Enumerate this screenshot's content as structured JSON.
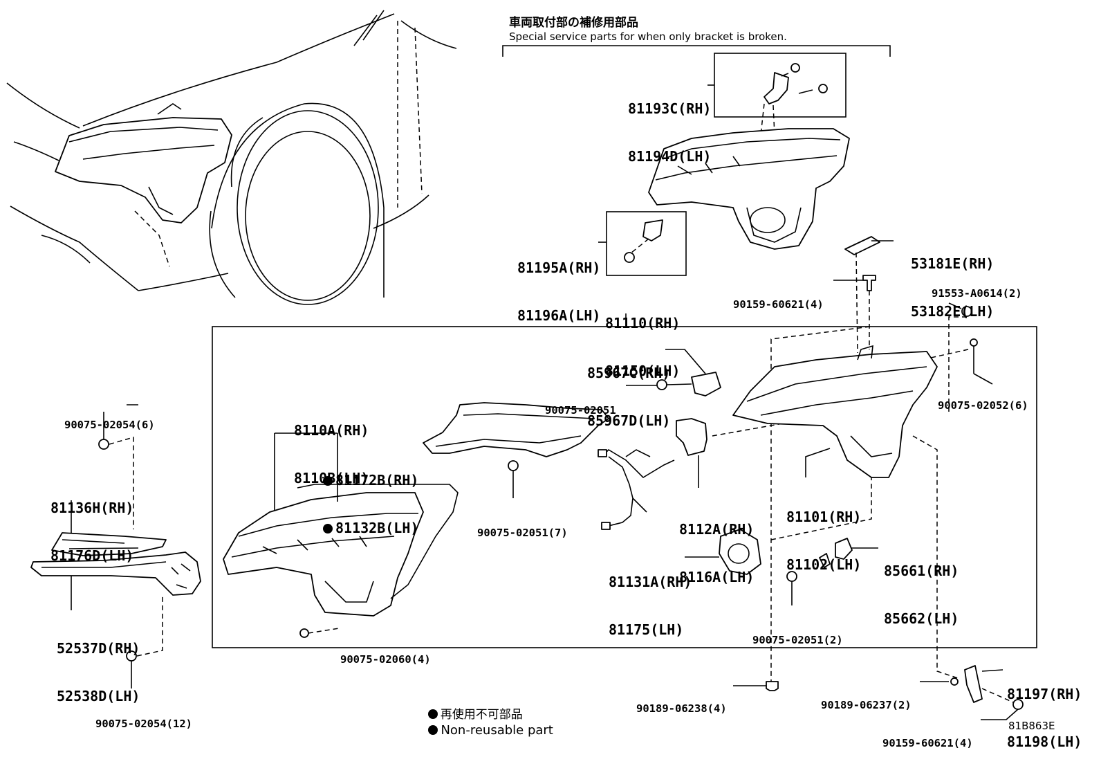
{
  "header": {
    "title_jp": "車両取付部の補修用部品",
    "title_en": "Special service parts for when only bracket is broken."
  },
  "parts": [
    {
      "id": "p81193",
      "lines": [
        "81193C(RH)",
        "81194D(LH)"
      ]
    },
    {
      "id": "p81195",
      "lines": [
        "81195A(RH)",
        "81196A(LH)"
      ]
    },
    {
      "id": "p81110",
      "lines": [
        "81110(RH)",
        "81150(LH)"
      ]
    },
    {
      "id": "p53181",
      "lines": [
        "53181E(RH)",
        "53182E(LH)"
      ]
    },
    {
      "id": "p90159a",
      "lines": [
        "90159-60621(4)"
      ]
    },
    {
      "id": "p91553",
      "lines": [
        "91553-A0614(2)"
      ]
    },
    {
      "id": "p85967",
      "lines": [
        "85967C(RH)",
        "85967D(LH)"
      ]
    },
    {
      "id": "p90075_02051",
      "lines": [
        "90075-02051"
      ]
    },
    {
      "id": "p90075_02052",
      "lines": [
        "90075-02052(6)"
      ]
    },
    {
      "id": "p8110",
      "lines": [
        "8110A(RH)",
        "8110B(LH)"
      ]
    },
    {
      "id": "p81172",
      "lines": [
        "81172B(RH)",
        "81132B(LH)"
      ]
    },
    {
      "id": "p90075_02054a",
      "lines": [
        "90075-02054(6)"
      ]
    },
    {
      "id": "p81136",
      "lines": [
        "81136H(RH)",
        "81176D(LH)"
      ]
    },
    {
      "id": "p90075_02051_7",
      "lines": [
        "90075-02051(7)"
      ]
    },
    {
      "id": "p8112",
      "lines": [
        "8112A(RH)",
        "8116A(LH)"
      ]
    },
    {
      "id": "p81101",
      "lines": [
        "81101(RH)",
        "81102(LH)"
      ]
    },
    {
      "id": "p81131",
      "lines": [
        "81131A(RH)",
        "81175(LH)"
      ]
    },
    {
      "id": "p85661",
      "lines": [
        "85661(RH)",
        "85662(LH)"
      ]
    },
    {
      "id": "p52537",
      "lines": [
        "52537D(RH)",
        "52538D(LH)"
      ]
    },
    {
      "id": "p90075_02051_2",
      "lines": [
        "90075-02051(2)"
      ]
    },
    {
      "id": "p90075_02060",
      "lines": [
        "90075-02060(4)"
      ]
    },
    {
      "id": "p81197",
      "lines": [
        "81197(RH)",
        "81198(LH)"
      ]
    },
    {
      "id": "p90189_06238",
      "lines": [
        "90189-06238(4)"
      ]
    },
    {
      "id": "p90189_06237",
      "lines": [
        "90189-06237(2)"
      ]
    },
    {
      "id": "p90075_02054b",
      "lines": [
        "90075-02054(12)"
      ]
    },
    {
      "id": "p90159b",
      "lines": [
        "90159-60621(4)"
      ]
    }
  ],
  "legend": {
    "jp": "再使用不可部品",
    "en": "Non-reusable part"
  },
  "figure_id": "81B863E"
}
